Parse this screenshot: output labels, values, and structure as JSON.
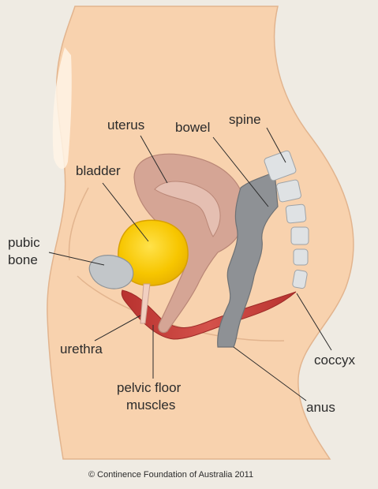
{
  "labels": {
    "uterus": "uterus",
    "bowel": "bowel",
    "spine": "spine",
    "bladder": "bladder",
    "pubic_bone_line1": "pubic",
    "pubic_bone_line2": "bone",
    "urethra": "urethra",
    "coccyx": "coccyx",
    "pelvic_floor_line1": "pelvic floor",
    "pelvic_floor_line2": "muscles",
    "anus": "anus"
  },
  "copyright": "© Continence Foundation of Australia 2011",
  "colors": {
    "background": "#efebe3",
    "skin": "#f8d2ae",
    "skin_outline": "#e2b48e",
    "uterus": "#d5a595",
    "bladder": "#f7c600",
    "bone": "#c2c6c9",
    "bowel": "#8e9195",
    "muscle": "#c8413d",
    "spine": "#dfe2e4"
  }
}
